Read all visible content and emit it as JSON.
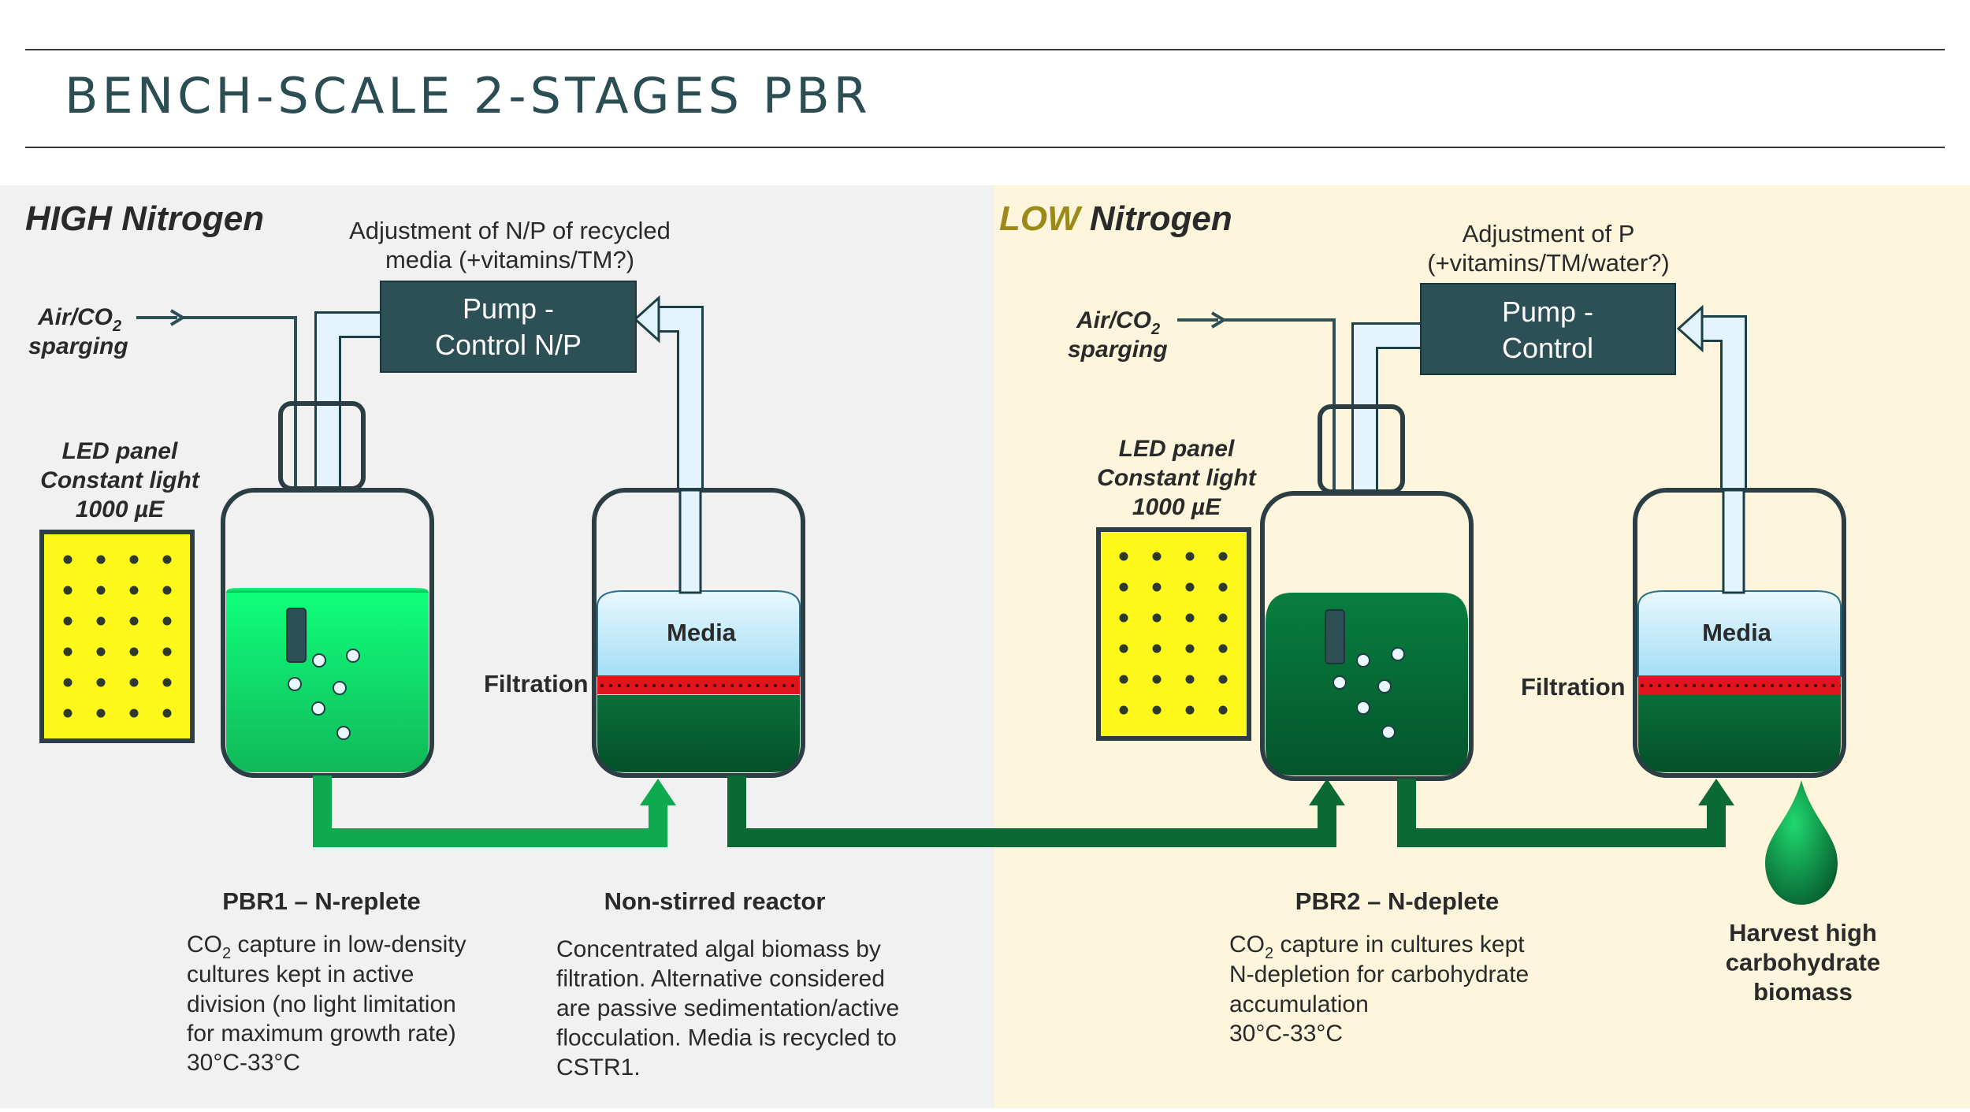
{
  "title": "BENCH-SCALE 2-STAGES PBR",
  "colors": {
    "title": "#2b4d54",
    "high_panel_bg": "#f1f1f1",
    "low_panel_bg": "#fdf6dc",
    "low_accent": "#9b8a1a",
    "pump_box": "#2d5057",
    "led_fill": "#fdf71a",
    "culture_high": "#16e574",
    "culture_low": "#06723a",
    "media": "#c9ecfa",
    "filter": "#e0141d",
    "pipe_green": "#0fa94f",
    "pipe_dark": "#0b6a33"
  },
  "high": {
    "title": "HIGH Nitrogen",
    "adjust_line1": "Adjustment of N/P of recycled",
    "adjust_line2": "media  (+vitamins/TM?)",
    "pump_line1": "Pump -",
    "pump_line2": "Control N/P",
    "air_line1": "Air/CO",
    "air_sub": "2",
    "air_line2": "sparging",
    "led_line1": "LED panel",
    "led_line2": "Constant light",
    "led_line3": "1000 µE",
    "media_label": "Media",
    "filtration_label": "Filtration",
    "pbr1_title": "PBR1 – N-replete",
    "pbr1_desc": {
      "l1_a": "CO",
      "l1_sub": "2",
      "l1_b": " capture in low-density",
      "l2": "cultures kept in active",
      "l3": "division (no light limitation",
      "l4": "for maximum growth rate)",
      "l5": "30°C-33°C"
    },
    "nonstirred_title": "Non-stirred reactor",
    "nonstirred_desc": [
      "Concentrated algal biomass by",
      "filtration. Alternative considered",
      "are passive sedimentation/active",
      "flocculation. Media is recycled to",
      "CSTR1."
    ]
  },
  "low": {
    "title_accent": "LOW",
    "title_rest": " Nitrogen",
    "adjust_line1": "Adjustment of P",
    "adjust_line2": "(+vitamins/TM/water?)",
    "pump_line1": "Pump -",
    "pump_line2": "Control",
    "air_line1": "Air/CO",
    "air_sub": "2",
    "air_line2": "sparging",
    "led_line1": "LED panel",
    "led_line2": "Constant light",
    "led_line3": "1000 µE",
    "media_label": "Media",
    "filtration_label": "Filtration",
    "pbr2_title": "PBR2 – N-deplete",
    "pbr2_desc": {
      "l1_a": "CO",
      "l1_sub": "2",
      "l1_b": " capture in cultures kept",
      "l2": "N-depletion for carbohydrate",
      "l3": "accumulation",
      "l4": "30°C-33°C"
    },
    "harvest": [
      "Harvest high",
      "carbohydrate",
      "biomass"
    ]
  }
}
